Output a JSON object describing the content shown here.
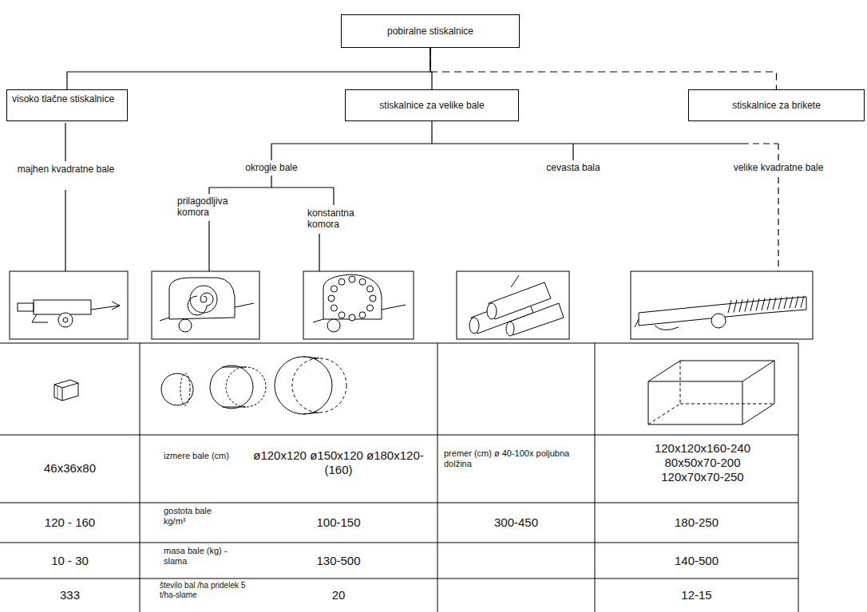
{
  "diagram": {
    "nodes": [
      {
        "text": [
          "pobiralne stiskalnice"
        ]
      },
      {
        "text": [
          "visoko tlačne stiskalnice"
        ]
      },
      {
        "text": [
          "stiskalnice za velike bale"
        ]
      },
      {
        "text": [
          "stiskalnice za brikete"
        ]
      }
    ],
    "edges": [
      {
        "from": 0,
        "to": 1,
        "arrow": "none"
      },
      {
        "from": 0,
        "to": 2,
        "arrow": "none"
      },
      {
        "from": 0,
        "to": 3,
        "arrow": "none"
      }
    ],
    "labels": [
      "majhen kvadratne bale",
      "okrogle bale",
      "prilagodljiva komora",
      "konstantna komora",
      "cevasta bala",
      "velike kvadratne bale",
      "46x36x80",
      "izmere bale (cm)",
      "ø120x120 ø150x120 ø180x120-(160)",
      "premer (cm) ø 40-100x poljubna dolžina",
      "120x120x160-240 80x50x70-200 120x70x70-250",
      "120 - 160",
      "gostota bale kg/m³",
      "100-150",
      "300-450",
      "180-250",
      "10 - 30",
      "masa bale (kg) - slama",
      "130-500",
      "140-500",
      "333",
      "število bal /ha pridelek 5 t/ha-slame",
      "20",
      "12-15"
    ]
  }
}
